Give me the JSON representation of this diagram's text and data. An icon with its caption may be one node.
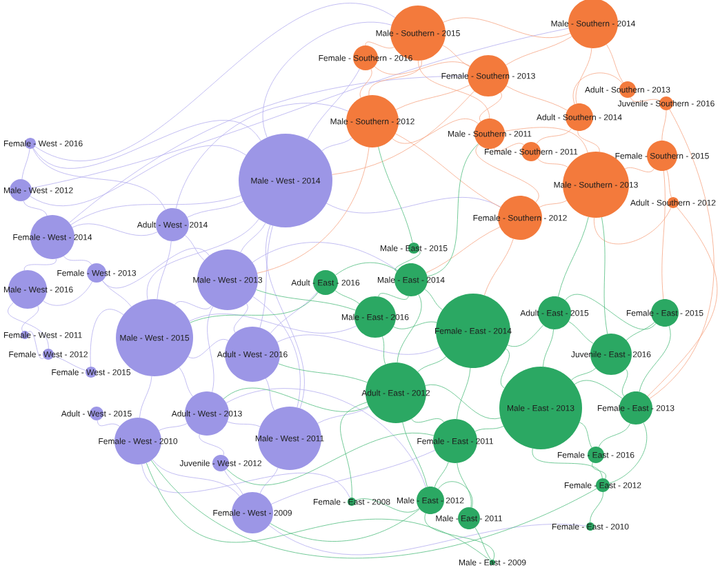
{
  "diagram": {
    "nodes": [
      {
        "text": [
          "Male - Southern - 2015"
        ]
      },
      {
        "text": [
          "Male - Southern - 2014"
        ]
      },
      {
        "text": [
          "Female - Southern - 2016"
        ]
      },
      {
        "text": [
          "Female - Southern - 2013"
        ]
      },
      {
        "text": [
          "Adult - Southern - 2013"
        ]
      },
      {
        "text": [
          "Juvenile - Southern - 2016"
        ]
      },
      {
        "text": [
          "Adult - Southern - 2014"
        ]
      },
      {
        "text": [
          "Male - Southern - 2012"
        ]
      },
      {
        "text": [
          "Male - Southern - 2011"
        ]
      },
      {
        "text": [
          "Female - Southern - 2011"
        ]
      },
      {
        "text": [
          "Female - Southern - 2015"
        ]
      },
      {
        "text": [
          "Male - Southern - 2013"
        ]
      },
      {
        "text": [
          "Adult - Southern - 2012"
        ]
      },
      {
        "text": [
          "Female - Southern - 2012"
        ]
      },
      {
        "text": [
          "Female - West - 2016"
        ]
      },
      {
        "text": [
          "Male - West - 2014"
        ]
      },
      {
        "text": [
          "Male - West - 2012"
        ]
      },
      {
        "text": [
          "Adult - West - 2014"
        ]
      },
      {
        "text": [
          "Female - West - 2014"
        ]
      },
      {
        "text": [
          "Female - West - 2013"
        ]
      },
      {
        "text": [
          "Male - West - 2016"
        ]
      },
      {
        "text": [
          "Male - West - 2013"
        ]
      },
      {
        "text": [
          "Female - West - 2011"
        ]
      },
      {
        "text": [
          "Male - West - 2015"
        ]
      },
      {
        "text": [
          "Female - West - 2012"
        ]
      },
      {
        "text": [
          "Female - West - 2015"
        ]
      },
      {
        "text": [
          "Adult - West - 2016"
        ]
      },
      {
        "text": [
          "Adult - West - 2013"
        ]
      },
      {
        "text": [
          "Adult - West - 2015"
        ]
      },
      {
        "text": [
          "Female - West - 2010"
        ]
      },
      {
        "text": [
          "Male - West - 2011"
        ]
      },
      {
        "text": [
          "Juvenile - West - 2012"
        ]
      },
      {
        "text": [
          "Female - West - 2009"
        ]
      },
      {
        "text": [
          "Male - East - 2015"
        ]
      },
      {
        "text": [
          "Adult - East - 2016"
        ]
      },
      {
        "text": [
          "Male - East - 2014"
        ]
      },
      {
        "text": [
          "Male - East - 2016"
        ]
      },
      {
        "text": [
          "Female - East - 2014"
        ]
      },
      {
        "text": [
          "Adult - East - 2015"
        ]
      },
      {
        "text": [
          "Female - East - 2015"
        ]
      },
      {
        "text": [
          "Juvenile - East - 2016"
        ]
      },
      {
        "text": [
          "Adult - East - 2012"
        ]
      },
      {
        "text": [
          "Male - East - 2013"
        ]
      },
      {
        "text": [
          "Female - East - 2013"
        ]
      },
      {
        "text": [
          "Female - East - 2011"
        ]
      },
      {
        "text": [
          "Female - East - 2016"
        ]
      },
      {
        "text": [
          "Female - East - 2012"
        ]
      },
      {
        "text": [
          "Female - East - 2008"
        ]
      },
      {
        "text": [
          "Male - East - 2012"
        ]
      },
      {
        "text": [
          "Male - East - 2011"
        ]
      },
      {
        "text": [
          "Female - East - 2010"
        ]
      },
      {
        "text": [
          "Male - East - 2009"
        ]
      }
    ],
    "edges": [
      {
        "from": 15,
        "to": 17,
        "arrow": "none"
      },
      {
        "from": 15,
        "to": 21,
        "arrow": "none"
      },
      {
        "from": 15,
        "to": 23,
        "arrow": "none"
      },
      {
        "from": 15,
        "to": 26,
        "arrow": "none"
      },
      {
        "from": 15,
        "to": 18,
        "arrow": "none"
      },
      {
        "from": 15,
        "to": 16,
        "arrow": "none"
      },
      {
        "from": 15,
        "to": 14,
        "arrow": "none"
      },
      {
        "from": 15,
        "to": 30,
        "arrow": "none"
      },
      {
        "from": 21,
        "to": 27,
        "arrow": "none"
      },
      {
        "from": 17,
        "to": 18,
        "arrow": "none"
      },
      {
        "from": 17,
        "to": 21,
        "arrow": "none"
      },
      {
        "from": 17,
        "to": 23,
        "arrow": "none"
      },
      {
        "from": 18,
        "to": 16,
        "arrow": "none"
      },
      {
        "from": 18,
        "to": 20,
        "arrow": "none"
      },
      {
        "from": 18,
        "to": 19,
        "arrow": "none"
      },
      {
        "from": 19,
        "to": 20,
        "arrow": "none"
      },
      {
        "from": 19,
        "to": 23,
        "arrow": "none"
      },
      {
        "from": 20,
        "to": 22,
        "arrow": "none"
      },
      {
        "from": 20,
        "to": 24,
        "arrow": "none"
      },
      {
        "from": 21,
        "to": 23,
        "arrow": "none"
      },
      {
        "from": 21,
        "to": 26,
        "arrow": "none"
      },
      {
        "from": 21,
        "to": 30,
        "arrow": "none"
      },
      {
        "from": 23,
        "to": 25,
        "arrow": "none"
      },
      {
        "from": 23,
        "to": 26,
        "arrow": "none"
      },
      {
        "from": 23,
        "to": 27,
        "arrow": "none"
      },
      {
        "from": 23,
        "to": 29,
        "arrow": "none"
      },
      {
        "from": 24,
        "to": 25,
        "arrow": "none"
      },
      {
        "from": 26,
        "to": 30,
        "arrow": "none"
      },
      {
        "from": 27,
        "to": 29,
        "arrow": "none"
      },
      {
        "from": 27,
        "to": 30,
        "arrow": "none"
      },
      {
        "from": 27,
        "to": 31,
        "arrow": "none"
      },
      {
        "from": 28,
        "to": 29,
        "arrow": "none"
      },
      {
        "from": 29,
        "to": 32,
        "arrow": "none"
      },
      {
        "from": 30,
        "to": 32,
        "arrow": "none"
      },
      {
        "from": 31,
        "to": 32,
        "arrow": "none"
      },
      {
        "from": 16,
        "to": 14,
        "arrow": "none"
      },
      {
        "from": 14,
        "to": 17,
        "arrow": "none"
      },
      {
        "from": 22,
        "to": 24,
        "arrow": "none"
      },
      {
        "from": 15,
        "to": 0,
        "arrow": "none"
      },
      {
        "from": 15,
        "to": 7,
        "arrow": "none"
      },
      {
        "from": 15,
        "to": 2,
        "arrow": "none"
      },
      {
        "from": 14,
        "to": 0,
        "arrow": "none"
      },
      {
        "from": 16,
        "to": 1,
        "arrow": "none"
      },
      {
        "from": 18,
        "to": 3,
        "arrow": "none"
      },
      {
        "from": 15,
        "to": 13,
        "arrow": "none"
      },
      {
        "from": 21,
        "to": 35,
        "arrow": "none"
      },
      {
        "from": 26,
        "to": 34,
        "arrow": "none"
      },
      {
        "from": 30,
        "to": 41,
        "arrow": "none"
      },
      {
        "from": 32,
        "to": 44,
        "arrow": "none"
      },
      {
        "from": 29,
        "to": 47,
        "arrow": "none"
      },
      {
        "from": 32,
        "to": 50,
        "arrow": "none"
      },
      {
        "from": 23,
        "to": 36,
        "arrow": "none"
      },
      {
        "from": 26,
        "to": 37,
        "arrow": "none"
      },
      {
        "from": 17,
        "to": 7,
        "arrow": "none"
      },
      {
        "from": 19,
        "to": 21,
        "arrow": "none"
      },
      {
        "from": 27,
        "to": 48,
        "arrow": "none"
      },
      {
        "from": 0,
        "to": 1,
        "arrow": "none",
        "color": "#f6a583"
      },
      {
        "from": 0,
        "to": 2,
        "arrow": "none",
        "color": "#f6a583"
      },
      {
        "from": 0,
        "to": 3,
        "arrow": "none",
        "color": "#f6a583"
      },
      {
        "from": 0,
        "to": 7,
        "arrow": "none",
        "color": "#f6a583"
      },
      {
        "from": 0,
        "to": 8,
        "arrow": "none",
        "color": "#f6a583"
      },
      {
        "from": 1,
        "to": 3,
        "arrow": "none",
        "color": "#f6a583"
      },
      {
        "from": 1,
        "to": 4,
        "arrow": "none",
        "color": "#f6a583"
      },
      {
        "from": 1,
        "to": 6,
        "arrow": "none",
        "color": "#f6a583"
      },
      {
        "from": 2,
        "to": 7,
        "arrow": "none",
        "color": "#f6a583"
      },
      {
        "from": 3,
        "to": 6,
        "arrow": "none",
        "color": "#f6a583"
      },
      {
        "from": 3,
        "to": 8,
        "arrow": "none",
        "color": "#f6a583"
      },
      {
        "from": 3,
        "to": 7,
        "arrow": "none",
        "color": "#f6a583"
      },
      {
        "from": 4,
        "to": 5,
        "arrow": "none",
        "color": "#f6a583"
      },
      {
        "from": 4,
        "to": 6,
        "arrow": "none",
        "color": "#f6a583"
      },
      {
        "from": 5,
        "to": 10,
        "arrow": "none",
        "color": "#f6a583"
      },
      {
        "from": 6,
        "to": 9,
        "arrow": "none",
        "color": "#f6a583"
      },
      {
        "from": 6,
        "to": 11,
        "arrow": "none",
        "color": "#f6a583"
      },
      {
        "from": 7,
        "to": 8,
        "arrow": "none",
        "color": "#f6a583"
      },
      {
        "from": 7,
        "to": 13,
        "arrow": "none",
        "color": "#f6a583"
      },
      {
        "from": 8,
        "to": 9,
        "arrow": "none",
        "color": "#f6a583"
      },
      {
        "from": 8,
        "to": 11,
        "arrow": "none",
        "color": "#f6a583"
      },
      {
        "from": 9,
        "to": 11,
        "arrow": "none",
        "color": "#f6a583"
      },
      {
        "from": 10,
        "to": 11,
        "arrow": "none",
        "color": "#f6a583"
      },
      {
        "from": 10,
        "to": 12,
        "arrow": "none",
        "color": "#f6a583"
      },
      {
        "from": 11,
        "to": 13,
        "arrow": "none",
        "color": "#f6a583"
      },
      {
        "from": 11,
        "to": 12,
        "arrow": "none",
        "color": "#f6a583"
      },
      {
        "from": 8,
        "to": 13,
        "arrow": "none",
        "color": "#f6a583"
      },
      {
        "from": 2,
        "to": 3,
        "arrow": "none",
        "color": "#f6a583"
      },
      {
        "from": 7,
        "to": 21,
        "arrow": "none",
        "color": "#f6a583"
      },
      {
        "from": 13,
        "to": 37,
        "arrow": "none",
        "color": "#f6a583"
      },
      {
        "from": 10,
        "to": 39,
        "arrow": "none",
        "color": "#f6a583"
      },
      {
        "from": 12,
        "to": 43,
        "arrow": "none",
        "color": "#f6a583"
      },
      {
        "from": 13,
        "to": 35,
        "arrow": "none",
        "color": "#f6a583"
      },
      {
        "from": 3,
        "to": 15,
        "arrow": "none",
        "color": "#f6a583"
      },
      {
        "from": 5,
        "to": 43,
        "arrow": "none",
        "color": "#f6a583"
      },
      {
        "from": 33,
        "to": 35,
        "arrow": "none",
        "color": "#4fbc7e"
      },
      {
        "from": 34,
        "to": 35,
        "arrow": "none",
        "color": "#4fbc7e"
      },
      {
        "from": 34,
        "to": 36,
        "arrow": "none",
        "color": "#4fbc7e"
      },
      {
        "from": 35,
        "to": 36,
        "arrow": "none",
        "color": "#4fbc7e"
      },
      {
        "from": 35,
        "to": 37,
        "arrow": "none",
        "color": "#4fbc7e"
      },
      {
        "from": 36,
        "to": 37,
        "arrow": "none",
        "color": "#4fbc7e"
      },
      {
        "from": 36,
        "to": 41,
        "arrow": "none",
        "color": "#4fbc7e"
      },
      {
        "from": 37,
        "to": 38,
        "arrow": "none",
        "color": "#4fbc7e"
      },
      {
        "from": 37,
        "to": 41,
        "arrow": "none",
        "color": "#4fbc7e"
      },
      {
        "from": 37,
        "to": 42,
        "arrow": "none",
        "color": "#4fbc7e"
      },
      {
        "from": 37,
        "to": 44,
        "arrow": "none",
        "color": "#4fbc7e"
      },
      {
        "from": 38,
        "to": 39,
        "arrow": "none",
        "color": "#4fbc7e"
      },
      {
        "from": 38,
        "to": 40,
        "arrow": "none",
        "color": "#4fbc7e"
      },
      {
        "from": 38,
        "to": 42,
        "arrow": "none",
        "color": "#4fbc7e"
      },
      {
        "from": 39,
        "to": 40,
        "arrow": "none",
        "color": "#4fbc7e"
      },
      {
        "from": 39,
        "to": 43,
        "arrow": "none",
        "color": "#4fbc7e"
      },
      {
        "from": 40,
        "to": 42,
        "arrow": "none",
        "color": "#4fbc7e"
      },
      {
        "from": 40,
        "to": 43,
        "arrow": "none",
        "color": "#4fbc7e"
      },
      {
        "from": 41,
        "to": 42,
        "arrow": "none",
        "color": "#4fbc7e"
      },
      {
        "from": 41,
        "to": 44,
        "arrow": "none",
        "color": "#4fbc7e"
      },
      {
        "from": 41,
        "to": 48,
        "arrow": "none",
        "color": "#4fbc7e"
      },
      {
        "from": 42,
        "to": 43,
        "arrow": "none",
        "color": "#4fbc7e"
      },
      {
        "from": 42,
        "to": 44,
        "arrow": "none",
        "color": "#4fbc7e"
      },
      {
        "from": 42,
        "to": 45,
        "arrow": "none",
        "color": "#4fbc7e"
      },
      {
        "from": 43,
        "to": 45,
        "arrow": "none",
        "color": "#4fbc7e"
      },
      {
        "from": 45,
        "to": 46,
        "arrow": "none",
        "color": "#4fbc7e"
      },
      {
        "from": 46,
        "to": 50,
        "arrow": "none",
        "color": "#4fbc7e"
      },
      {
        "from": 44,
        "to": 48,
        "arrow": "none",
        "color": "#4fbc7e"
      },
      {
        "from": 44,
        "to": 49,
        "arrow": "none",
        "color": "#4fbc7e"
      },
      {
        "from": 48,
        "to": 49,
        "arrow": "none",
        "color": "#4fbc7e"
      },
      {
        "from": 47,
        "to": 48,
        "arrow": "none",
        "color": "#4fbc7e"
      },
      {
        "from": 49,
        "to": 51,
        "arrow": "none",
        "color": "#4fbc7e"
      },
      {
        "from": 48,
        "to": 51,
        "arrow": "none",
        "color": "#4fbc7e"
      },
      {
        "from": 42,
        "to": 46,
        "arrow": "none",
        "color": "#4fbc7e"
      },
      {
        "from": 43,
        "to": 46,
        "arrow": "none",
        "color": "#4fbc7e"
      },
      {
        "from": 41,
        "to": 47,
        "arrow": "none",
        "color": "#4fbc7e"
      },
      {
        "from": 35,
        "to": 41,
        "arrow": "none",
        "color": "#4fbc7e"
      },
      {
        "from": 34,
        "to": 23,
        "arrow": "none",
        "color": "#4fbc7e"
      },
      {
        "from": 36,
        "to": 21,
        "arrow": "none",
        "color": "#4fbc7e"
      },
      {
        "from": 41,
        "to": 27,
        "arrow": "none",
        "color": "#4fbc7e"
      },
      {
        "from": 41,
        "to": 26,
        "arrow": "none",
        "color": "#4fbc7e"
      },
      {
        "from": 38,
        "to": 11,
        "arrow": "none",
        "color": "#4fbc7e"
      },
      {
        "from": 40,
        "to": 11,
        "arrow": "none",
        "color": "#4fbc7e"
      },
      {
        "from": 35,
        "to": 8,
        "arrow": "none",
        "color": "#4fbc7e"
      },
      {
        "from": 44,
        "to": 31,
        "arrow": "none",
        "color": "#4fbc7e"
      },
      {
        "from": 48,
        "to": 32,
        "arrow": "none",
        "color": "#4fbc7e"
      },
      {
        "from": 33,
        "to": 7,
        "arrow": "none",
        "color": "#4fbc7e"
      },
      {
        "from": 51,
        "to": 29,
        "arrow": "none",
        "color": "#4fbc7e"
      },
      {
        "from": 46,
        "to": 29,
        "arrow": "none",
        "color": "#4fbc7e"
      }
    ]
  }
}
